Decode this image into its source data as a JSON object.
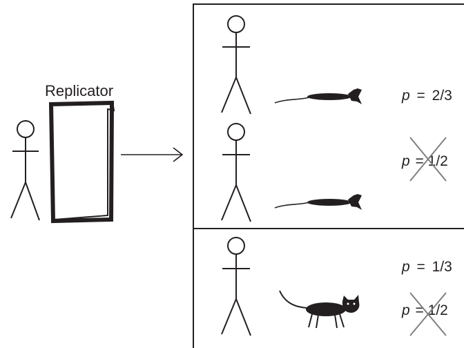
{
  "diagram": {
    "replicator_label": "Replicator",
    "outcomes": [
      {
        "probability": "2/3",
        "struck_probability": "1/2"
      },
      {
        "probability": "1/3",
        "struck_probability": "1/2"
      }
    ],
    "symbols": {
      "p": "p",
      "equals": "="
    },
    "colors": {
      "ink": "#231f20",
      "background": "#ffffff"
    }
  }
}
